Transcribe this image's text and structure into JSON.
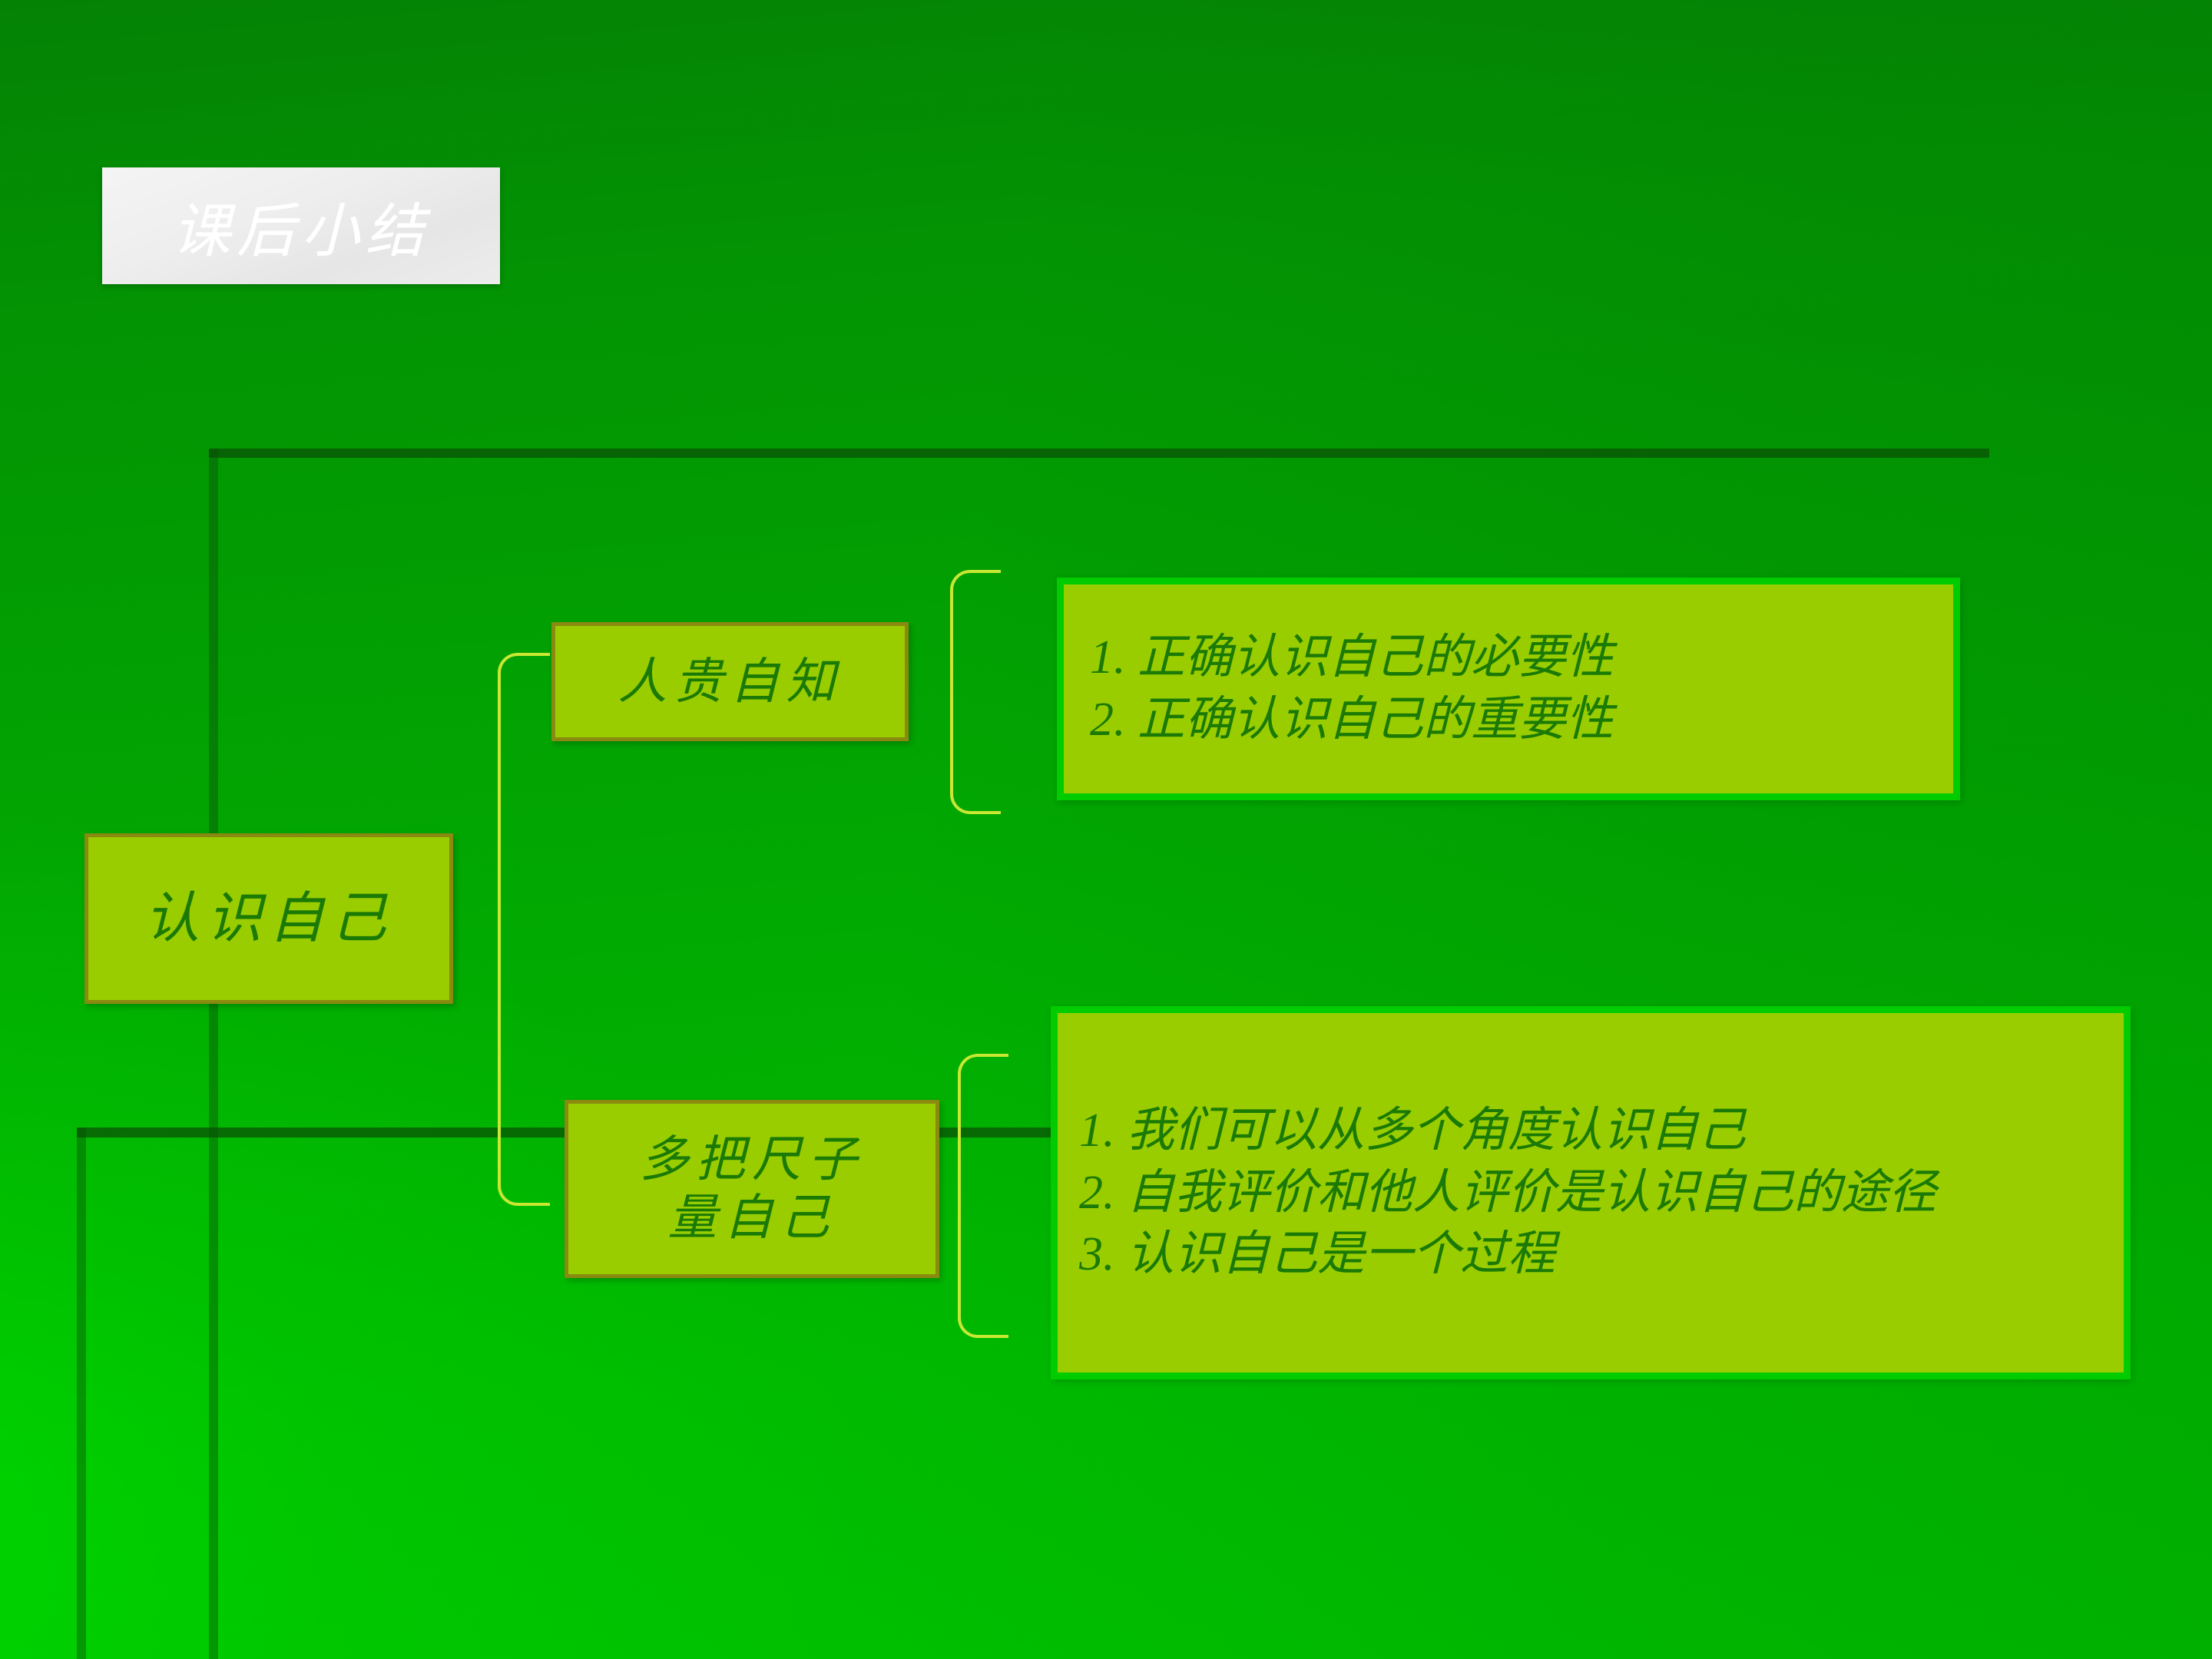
{
  "slide": {
    "title": "课后小结",
    "background_color": "#009900",
    "accent_color": "#9ACD00",
    "text_color": "#1a7a05",
    "bracket_color": "#c8e832",
    "title_plaque_color": "#eeeeee",
    "title_text_color": "#ffffff"
  },
  "diagram": {
    "type": "tree",
    "root": {
      "label": "认识自己"
    },
    "branches": [
      {
        "label": "人贵自知",
        "details": [
          "1. 正确认识自己的必要性",
          "2. 正确认识自己的重要性"
        ]
      },
      {
        "label_line_1": "多把尺子",
        "label_line_2": "量自己",
        "details": [
          "1. 我们可以从多个角度认识自己",
          "2. 自我评价和他人评价是认识自己的途径",
          "3. 认识自己是一个过程"
        ]
      }
    ]
  }
}
